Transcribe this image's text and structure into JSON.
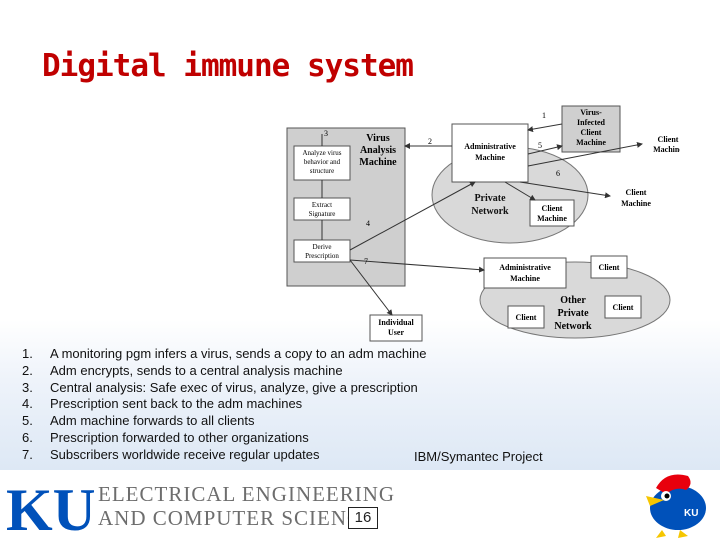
{
  "slide": {
    "title": "Digital immune system",
    "steps": [
      {
        "num": "1.",
        "text": "A monitoring pgm infers a virus, sends a copy to an adm machine"
      },
      {
        "num": "2.",
        "text": "Adm encrypts, sends to a central analysis machine"
      },
      {
        "num": "3.",
        "text": "Central analysis: Safe exec of virus, analyze, give a prescription"
      },
      {
        "num": "4.",
        "text": "Prescription sent back to the adm machines"
      },
      {
        "num": "5.",
        "text": "Adm machine forwards to all clients"
      },
      {
        "num": "6.",
        "text": "Prescription forwarded to other organizations"
      },
      {
        "num": "7.",
        "text": "Subscribers worldwide receive regular updates"
      }
    ],
    "credit": "IBM/Symantec Project",
    "page_number": "16"
  },
  "diagram": {
    "virus_analysis_machine": "Virus Analysis Machine",
    "analyze_box": "Analyze virus behavior and structure",
    "extract_box": "Extract Signature",
    "derive_box": "Derive Prescription",
    "admin_machine": "Administrative Machine",
    "infected_client": "Virus-Infected Client Machine",
    "client_machine": "Client Machine",
    "client": "Client",
    "private_network": "Private Network",
    "other_admin": "Administrative Machine",
    "other_private_network": "Other Private Network",
    "individual_user": "Individual User",
    "step_numbers": [
      "1",
      "2",
      "3",
      "4",
      "5",
      "6",
      "7"
    ]
  },
  "footer": {
    "logo_text": "KU",
    "dept_line1": "ELECTRICAL ENGINEERING",
    "dept_line2": "AND COMPUTER SCIENCE"
  },
  "colors": {
    "title": "#c00000",
    "logo_blue": "#0051ba",
    "dept_gray": "#6d6d6d"
  }
}
